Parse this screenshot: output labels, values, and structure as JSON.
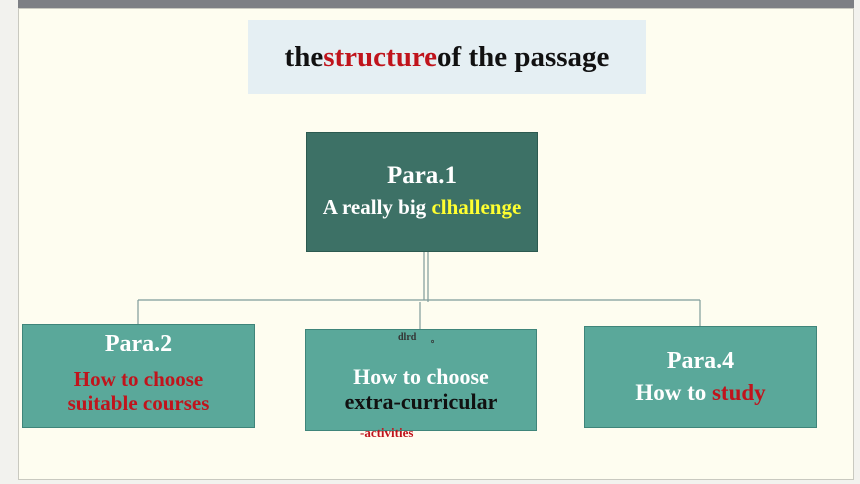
{
  "title": {
    "part1": "the ",
    "highlight": "structure",
    "part2": " of the passage"
  },
  "boxes": {
    "para1": {
      "heading": "Para.1",
      "text_pre": "A really big ",
      "text_highlight": "clhallenge"
    },
    "para2": {
      "heading": "Para.2",
      "line1": "How to choose",
      "line2": "suitable courses"
    },
    "para3": {
      "small_label": "dlrd",
      "small_dot": "。",
      "line1": "How to choose",
      "line2": "extra-curricular",
      "line3": "-activities"
    },
    "para4": {
      "heading": "Para.4",
      "text_pre": "How to ",
      "text_highlight": "study"
    }
  },
  "colors": {
    "dark_box": "#3d7166",
    "light_box": "#5aa89a",
    "highlight_red": "#c0141c",
    "highlight_yellow": "#ffff30",
    "title_bg": "#e5eff3"
  }
}
